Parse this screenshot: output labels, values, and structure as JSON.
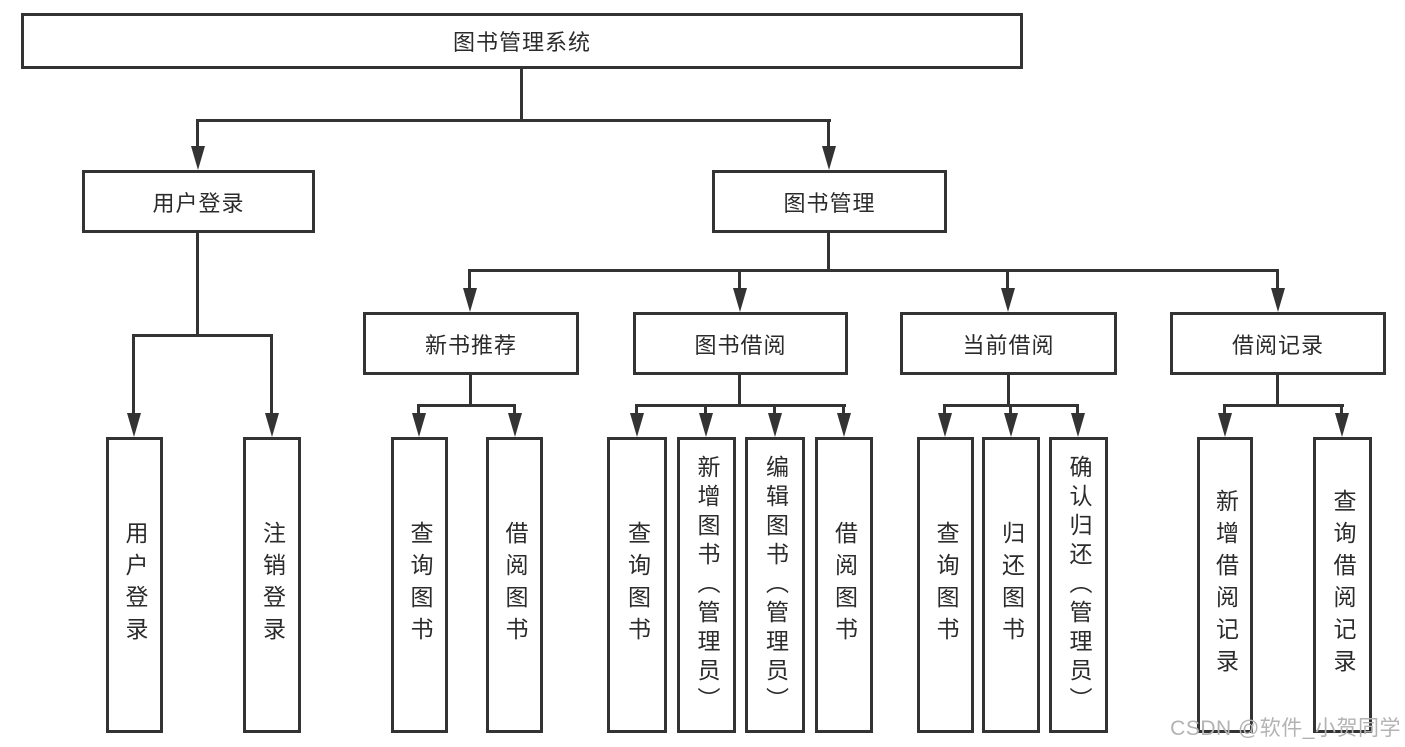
{
  "diagram": {
    "root": "图书管理系统",
    "level2": [
      {
        "label": "用户登录"
      },
      {
        "label": "图书管理"
      }
    ],
    "level3": [
      {
        "label": "新书推荐"
      },
      {
        "label": "图书借阅"
      },
      {
        "label": "当前借阅"
      },
      {
        "label": "借阅记录"
      }
    ],
    "leaves": {
      "user_login": [
        "用户登录",
        "注销登录"
      ],
      "new_book": [
        "查询图书",
        "借阅图书"
      ],
      "book_borrow": [
        "查询图书",
        "新增图书（管理员）",
        "编辑图书（管理员）",
        "借阅图书"
      ],
      "current_borrow": [
        "查询图书",
        "归还图书",
        "确认归还（管理员）"
      ],
      "borrow_record": [
        "新增借阅记录",
        "查询借阅记录"
      ]
    }
  },
  "colors": {
    "line": "#333333",
    "text": "#2b2b2b",
    "watermark": "#b3b3b3",
    "background": "#ffffff"
  },
  "watermark": "CSDN @软件_小贺同学"
}
